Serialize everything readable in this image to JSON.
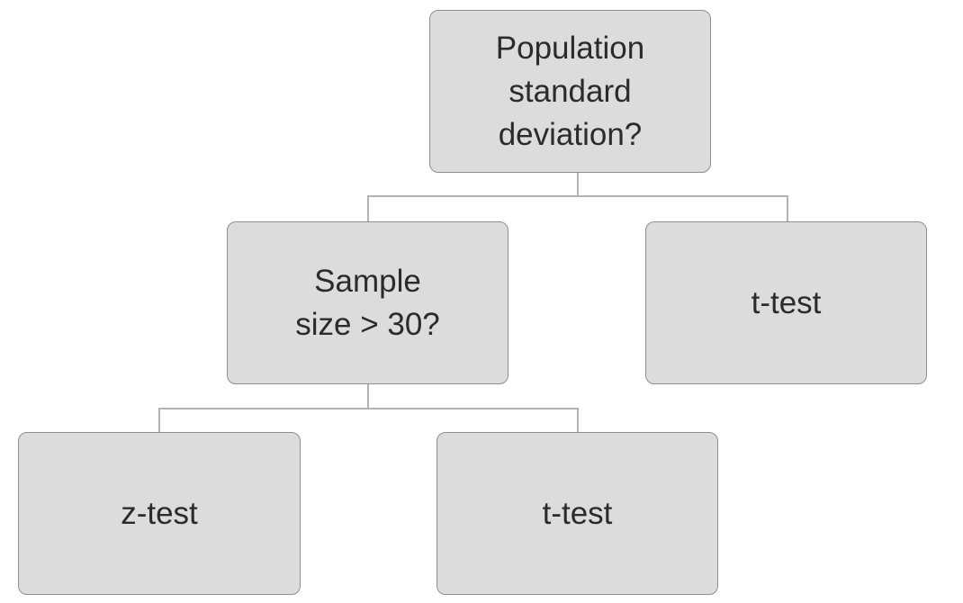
{
  "nodes": {
    "root": {
      "label": "Population\nstandard\ndeviation?"
    },
    "sample_size": {
      "label": "Sample\nsize > 30?"
    },
    "t_test_right": {
      "label": "t-test"
    },
    "z_test": {
      "label": "z-test"
    },
    "t_test_bottom": {
      "label": "t-test"
    }
  },
  "colors": {
    "node_fill": "#dcdcdc",
    "node_border": "#8f8f8f",
    "connector": "#b3b3b3",
    "text": "#2b2b2b"
  }
}
